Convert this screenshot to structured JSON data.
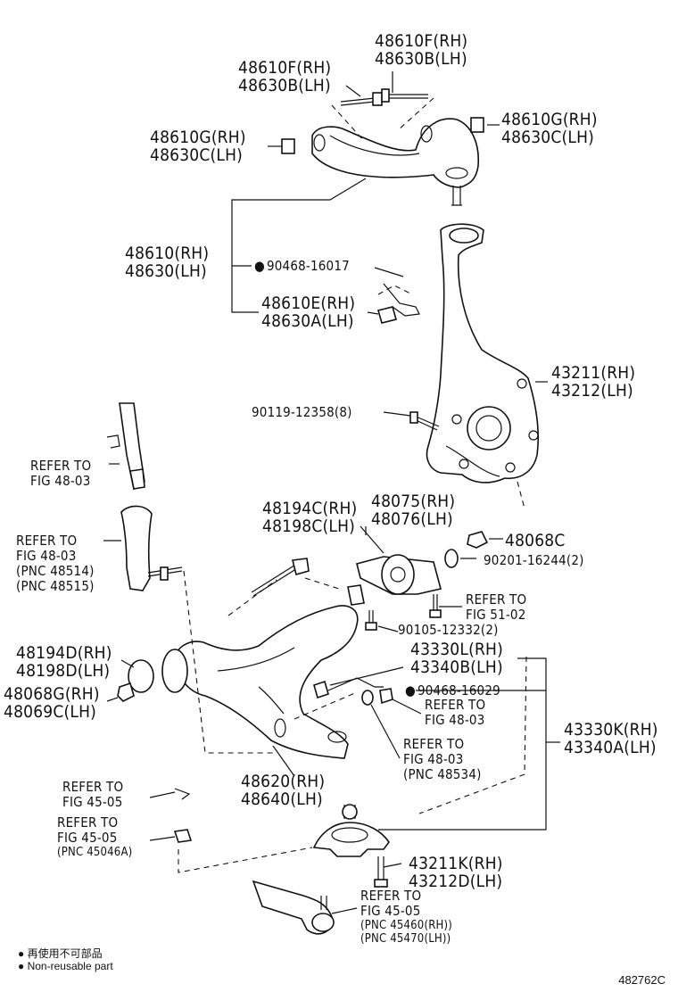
{
  "labels": {
    "upper_bolt_top": [
      "48610F(RH)",
      "48630B(LH)"
    ],
    "upper_bolt_left": [
      "48610F(RH)",
      "48630B(LH)"
    ],
    "bushing_upper_right": [
      "48610G(RH)",
      "48630C(LH)"
    ],
    "bushing_upper_left": [
      "48610G(RH)",
      "48630C(LH)"
    ],
    "upper_arm": [
      "48610(RH)",
      "48630(LH)"
    ],
    "upper_arm_nut": "90468-16017",
    "upper_arm_bracket": [
      "48610E(RH)",
      "48630A(LH)"
    ],
    "knuckle": [
      "43211(RH)",
      "43212(LH)"
    ],
    "knuckle_bolt": "90119-12358(8)",
    "refer_strut": [
      "REFER TO",
      "FIG 48-03"
    ],
    "refer_stabilizer": [
      "REFER TO",
      "FIG 48-03",
      "(PNC 48514)",
      "(PNC 48515)"
    ],
    "lower_bolt": [
      "48194C(RH)",
      "48198C(LH)"
    ],
    "lower_rear_bushing": [
      "48075(RH)",
      "48076(LH)"
    ],
    "nut_48068c": "48068C",
    "washer": "90201-16244(2)",
    "refer_51_02": [
      "REFER TO",
      "FIG 51-02"
    ],
    "bolt_90105": "90105-12332(2)",
    "front_bushing": [
      "48194D(RH)",
      "48198D(LH)"
    ],
    "nut_front": [
      "48068G(RH)",
      "48069C(LH)"
    ],
    "ball_joint_sub": [
      "43330L(RH)",
      "43340B(LH)"
    ],
    "ball_joint_nut": "90468-16029",
    "refer_48_03_a": [
      "REFER TO",
      "FIG 48-03"
    ],
    "refer_48_03_b": [
      "REFER TO",
      "FIG 48-03",
      "(PNC 48534)"
    ],
    "ball_joint": [
      "43330K(RH)",
      "43340A(LH)"
    ],
    "lower_arm": [
      "48620(RH)",
      "48640(LH)"
    ],
    "refer_45_05_a": [
      "REFER TO",
      "FIG 45-05"
    ],
    "refer_45_05_b": [
      "REFER TO",
      "FIG 45-05",
      "(PNC 45046A)"
    ],
    "ball_joint_bolt": [
      "43211K(RH)",
      "43212D(LH)"
    ],
    "refer_45_05_c": [
      "REFER TO",
      "FIG 45-05",
      "(PNC 45460(RH))",
      "(PNC 45470(LH))"
    ]
  },
  "legend": {
    "line1": "再使用不可部品",
    "line2": "Non-reusable part"
  },
  "figure_code": "482762C"
}
